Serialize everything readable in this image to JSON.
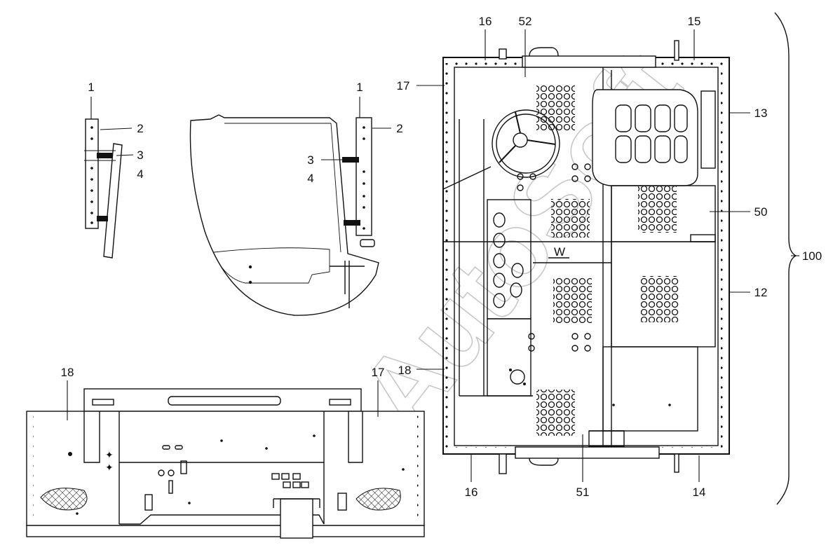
{
  "watermark": "AutoSoft",
  "labels": {
    "hinge_left_1": "1",
    "hinge_left_2": "2",
    "hinge_left_3": "3",
    "hinge_left_4": "4",
    "hinge_right_1": "1",
    "hinge_right_2": "2",
    "hinge_right_3": "3",
    "hinge_right_4": "4",
    "top_16": "16",
    "top_52": "52",
    "top_15": "15",
    "left_17": "17",
    "right_13": "13",
    "right_50": "50",
    "right_12": "12",
    "brace_100": "100",
    "left_18": "18",
    "bottom_16": "16",
    "bottom_51": "51",
    "bottom_14": "14",
    "panel_18": "18",
    "panel_17": "17",
    "floor_mark": "W"
  }
}
